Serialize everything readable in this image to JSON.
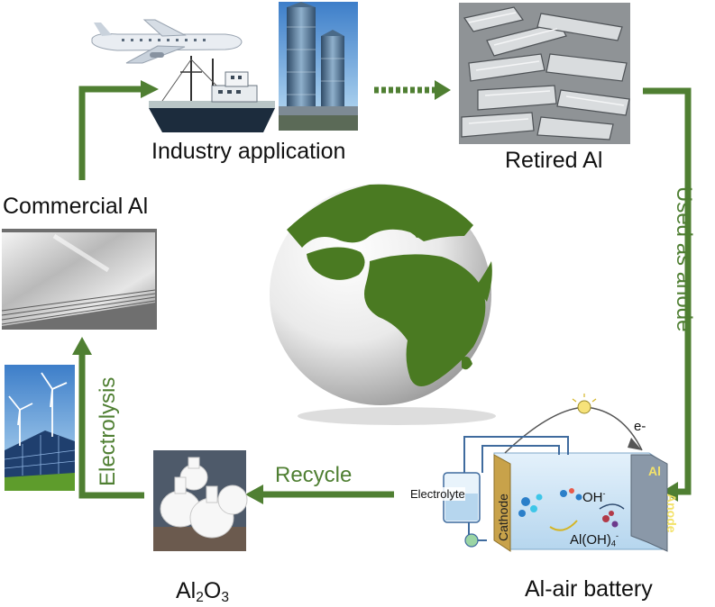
{
  "nodes": {
    "industry_application": "Industry application",
    "retired_al": "Retired Al",
    "commercial_al": "Commercial Al",
    "al2o3": {
      "base": "Al",
      "sub": "2",
      "mid": "O",
      "sub2": "3"
    },
    "al_air_battery": "Al-air battery"
  },
  "arrows": {
    "used_as_anode": "Used as anode",
    "electrolysis": "Electrolysis",
    "recycle": "Recycle"
  },
  "battery": {
    "electrolyte": "Electrolyte",
    "cathode": "Cathode",
    "anode": "Anode",
    "al": "Al",
    "electron": "e-",
    "hydroxide": {
      "base": "OH",
      "sup": "-"
    },
    "aluminate": {
      "base": "Al(OH)",
      "sub": "4",
      "sup": "-"
    }
  },
  "colors": {
    "arrow_green": "#4f7f32",
    "ocean_white": "#f2f2f2",
    "land_green": "#4a7a22",
    "cathode_gold": "#c8a24a",
    "anode_grey": "#8a98a8"
  },
  "icons": [
    "airplane-icon",
    "ship-icon",
    "skyscraper-icon",
    "scrap-aluminum-icon",
    "aluminum-sheet-icon",
    "wind-solar-icon",
    "alumina-powder-icon",
    "globe-icon",
    "lightbulb-icon"
  ]
}
